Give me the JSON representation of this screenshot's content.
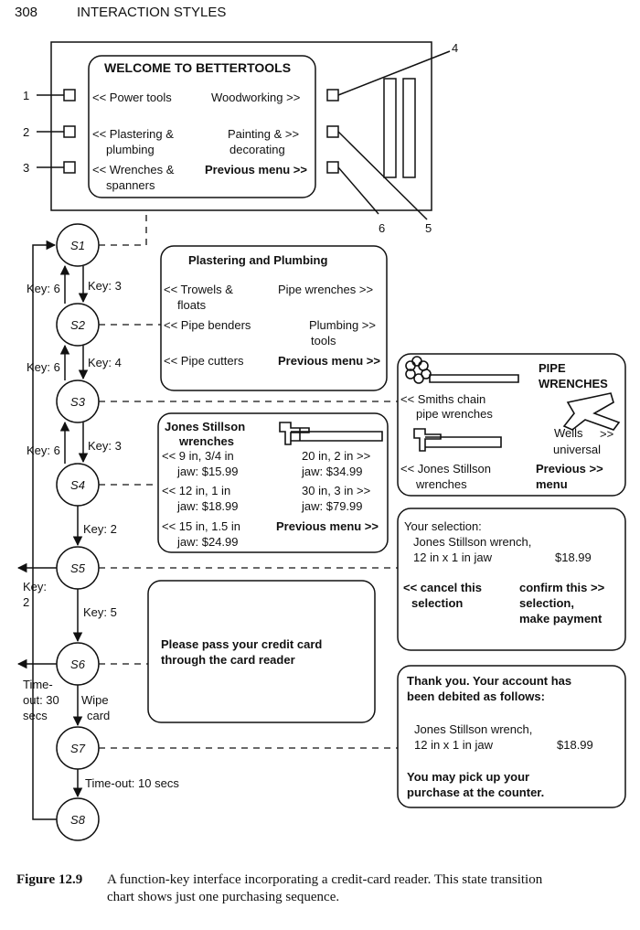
{
  "header": {
    "page_number": "308",
    "chapter": "INTERACTION STYLES"
  },
  "welcome": {
    "title": "WELCOME TO BETTERTOOLS",
    "power": "<< Power tools",
    "wood": "Woodworking >>",
    "plast_1": "<< Plastering &",
    "plast_2": "plumbing",
    "paint_1": "Painting & >>",
    "paint_2": "decorating",
    "wrench_1": "<< Wrenches &",
    "wrench_2": "spanners",
    "prev": "Previous menu >>",
    "key_labels": [
      "1",
      "2",
      "3",
      "4",
      "5",
      "6"
    ]
  },
  "states": [
    "S1",
    "S2",
    "S3",
    "S4",
    "S5",
    "S6",
    "S7",
    "S8"
  ],
  "transitions": {
    "k6a": "Key: 6",
    "k3a": "Key: 3",
    "k6b": "Key: 6",
    "k4": "Key: 4",
    "k6c": "Key: 6",
    "k3b": "Key: 3",
    "k2a": "Key: 2",
    "k2b_1": "Key:",
    "k2b_2": "2",
    "k5": "Key: 5",
    "to_1": "Time-",
    "to_2": "out: 30",
    "to_3": "secs",
    "wipe_1": "Wipe",
    "wipe_2": "card",
    "to10": "Time-out: 10 secs"
  },
  "plastering": {
    "title": "Plastering and Plumbing",
    "trowels_1": "<< Trowels &",
    "trowels_2": "floats",
    "pipe_wrenches": "Pipe wrenches >>",
    "benders": "<< Pipe benders",
    "ptools_1": "Plumbing >>",
    "ptools_2": "tools",
    "cutters": "<< Pipe cutters",
    "prev": "Previous menu >>"
  },
  "pipe_wrenches": {
    "title_1": "PIPE",
    "title_2": "WRENCHES",
    "smiths_1": "<< Smiths chain",
    "smiths_2": "pipe wrenches",
    "wells_1": "Wells",
    "wells_2": ">>",
    "wells_3": "universal",
    "jones_1": "<< Jones Stillson",
    "jones_2": "wrenches",
    "prev_1": "Previous >>",
    "prev_2": "menu"
  },
  "jones": {
    "title_1": "Jones Stillson",
    "title_2": "wrenches",
    "a1": "<< 9 in, 3/4 in",
    "a2": "jaw: $15.99",
    "b1": "20 in, 2 in >>",
    "b2": "jaw: $34.99",
    "c1": "<< 12 in, 1 in",
    "c2": "jaw: $18.99",
    "d1": "30 in, 3 in >>",
    "d2": "jaw: $79.99",
    "e1": "<< 15 in, 1.5 in",
    "e2": "jaw: $24.99",
    "prev": "Previous menu >>"
  },
  "selection": {
    "line1": "Your selection:",
    "line2": "Jones Stillson wrench,",
    "line3": "12 in x 1 in jaw",
    "price": "$18.99",
    "cancel_1": "<< cancel this",
    "cancel_2": "selection",
    "confirm_1": "confirm this >>",
    "confirm_2": "selection,",
    "confirm_3": "make payment"
  },
  "card": {
    "line1": "Please pass your credit card",
    "line2": "through the card reader"
  },
  "thanks": {
    "line1": "Thank you.  Your account has",
    "line2": "been debited as follows:",
    "item1": "Jones Stillson wrench,",
    "item2": "12 in x 1 in jaw",
    "price": "$18.99",
    "pick1": "You may pick up your",
    "pick2": "purchase at the counter."
  },
  "caption": {
    "label": "Figure 12.9",
    "line1": "A function-key interface incorporating a credit-card reader. This state transition",
    "line2": "chart shows just one purchasing sequence."
  }
}
